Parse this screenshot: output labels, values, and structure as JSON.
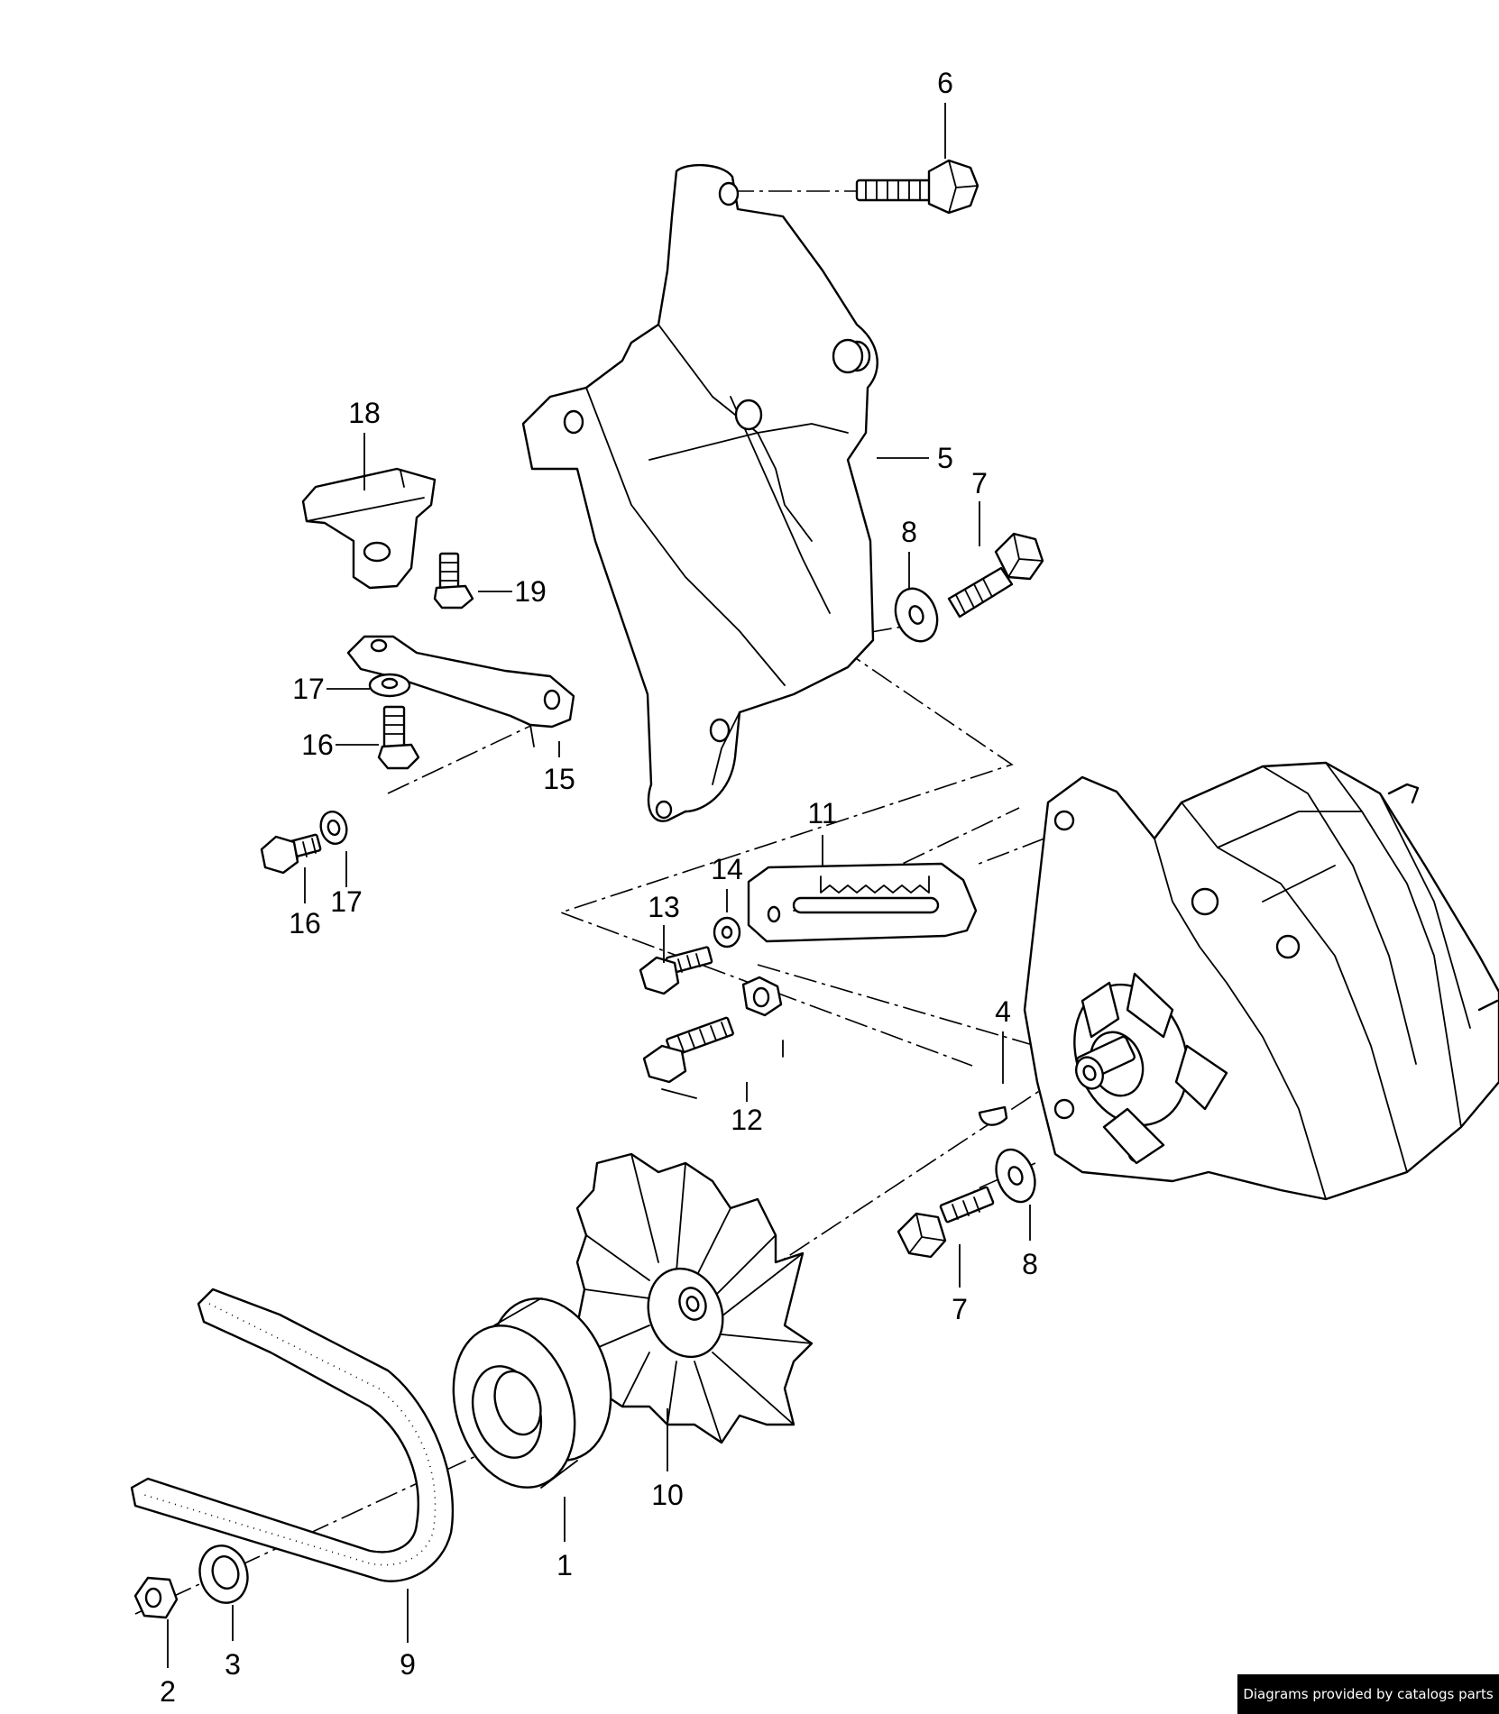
{
  "diagram": {
    "callouts": [
      {
        "id": "c6",
        "label": "6"
      },
      {
        "id": "c5",
        "label": "5"
      },
      {
        "id": "c7a",
        "label": "7"
      },
      {
        "id": "c8a",
        "label": "8"
      },
      {
        "id": "c18",
        "label": "18"
      },
      {
        "id": "c19",
        "label": "19"
      },
      {
        "id": "c17a",
        "label": "17"
      },
      {
        "id": "c16a",
        "label": "16"
      },
      {
        "id": "c15",
        "label": "15"
      },
      {
        "id": "c16b",
        "label": "16"
      },
      {
        "id": "c17b",
        "label": "17"
      },
      {
        "id": "c11",
        "label": "11"
      },
      {
        "id": "c14",
        "label": "14"
      },
      {
        "id": "c13",
        "label": "13"
      },
      {
        "id": "c4",
        "label": "4"
      },
      {
        "id": "c12",
        "label": "12"
      },
      {
        "id": "c7b",
        "label": "7"
      },
      {
        "id": "c8b",
        "label": "8"
      },
      {
        "id": "c10",
        "label": "10"
      },
      {
        "id": "c1",
        "label": "1"
      },
      {
        "id": "c2",
        "label": "2"
      },
      {
        "id": "c3",
        "label": "3"
      },
      {
        "id": "c9",
        "label": "9"
      }
    ]
  },
  "footer": {
    "credit": "Diagrams provided by catalogs parts"
  }
}
